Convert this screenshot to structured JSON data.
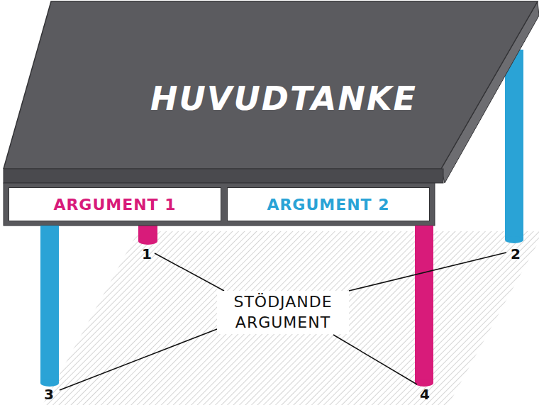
{
  "diagram": {
    "nodes": [
      {
        "text": [
          "HUVUDTANKE"
        ]
      },
      {
        "text": [
          "ARGUMENT 1"
        ]
      },
      {
        "text": [
          "ARGUMENT 2"
        ]
      }
    ],
    "labels": [
      "1",
      "2",
      "3",
      "4",
      "STÖDJANDE ARGUMENT"
    ]
  }
}
